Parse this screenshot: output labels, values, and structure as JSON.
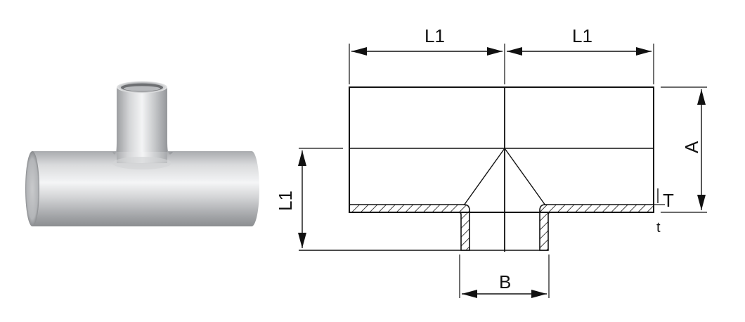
{
  "labels": {
    "l1_left": "L1",
    "l1_right": "L1",
    "l1_vertical": "L1",
    "a": "A",
    "b": "B",
    "t_upper": "T",
    "t_lower": "t"
  },
  "colors": {
    "line": "#111111",
    "hatch": "#111111",
    "metal_dark": "#8e9094",
    "metal_mid": "#c9cbce",
    "metal_light": "#f2f3f4"
  }
}
